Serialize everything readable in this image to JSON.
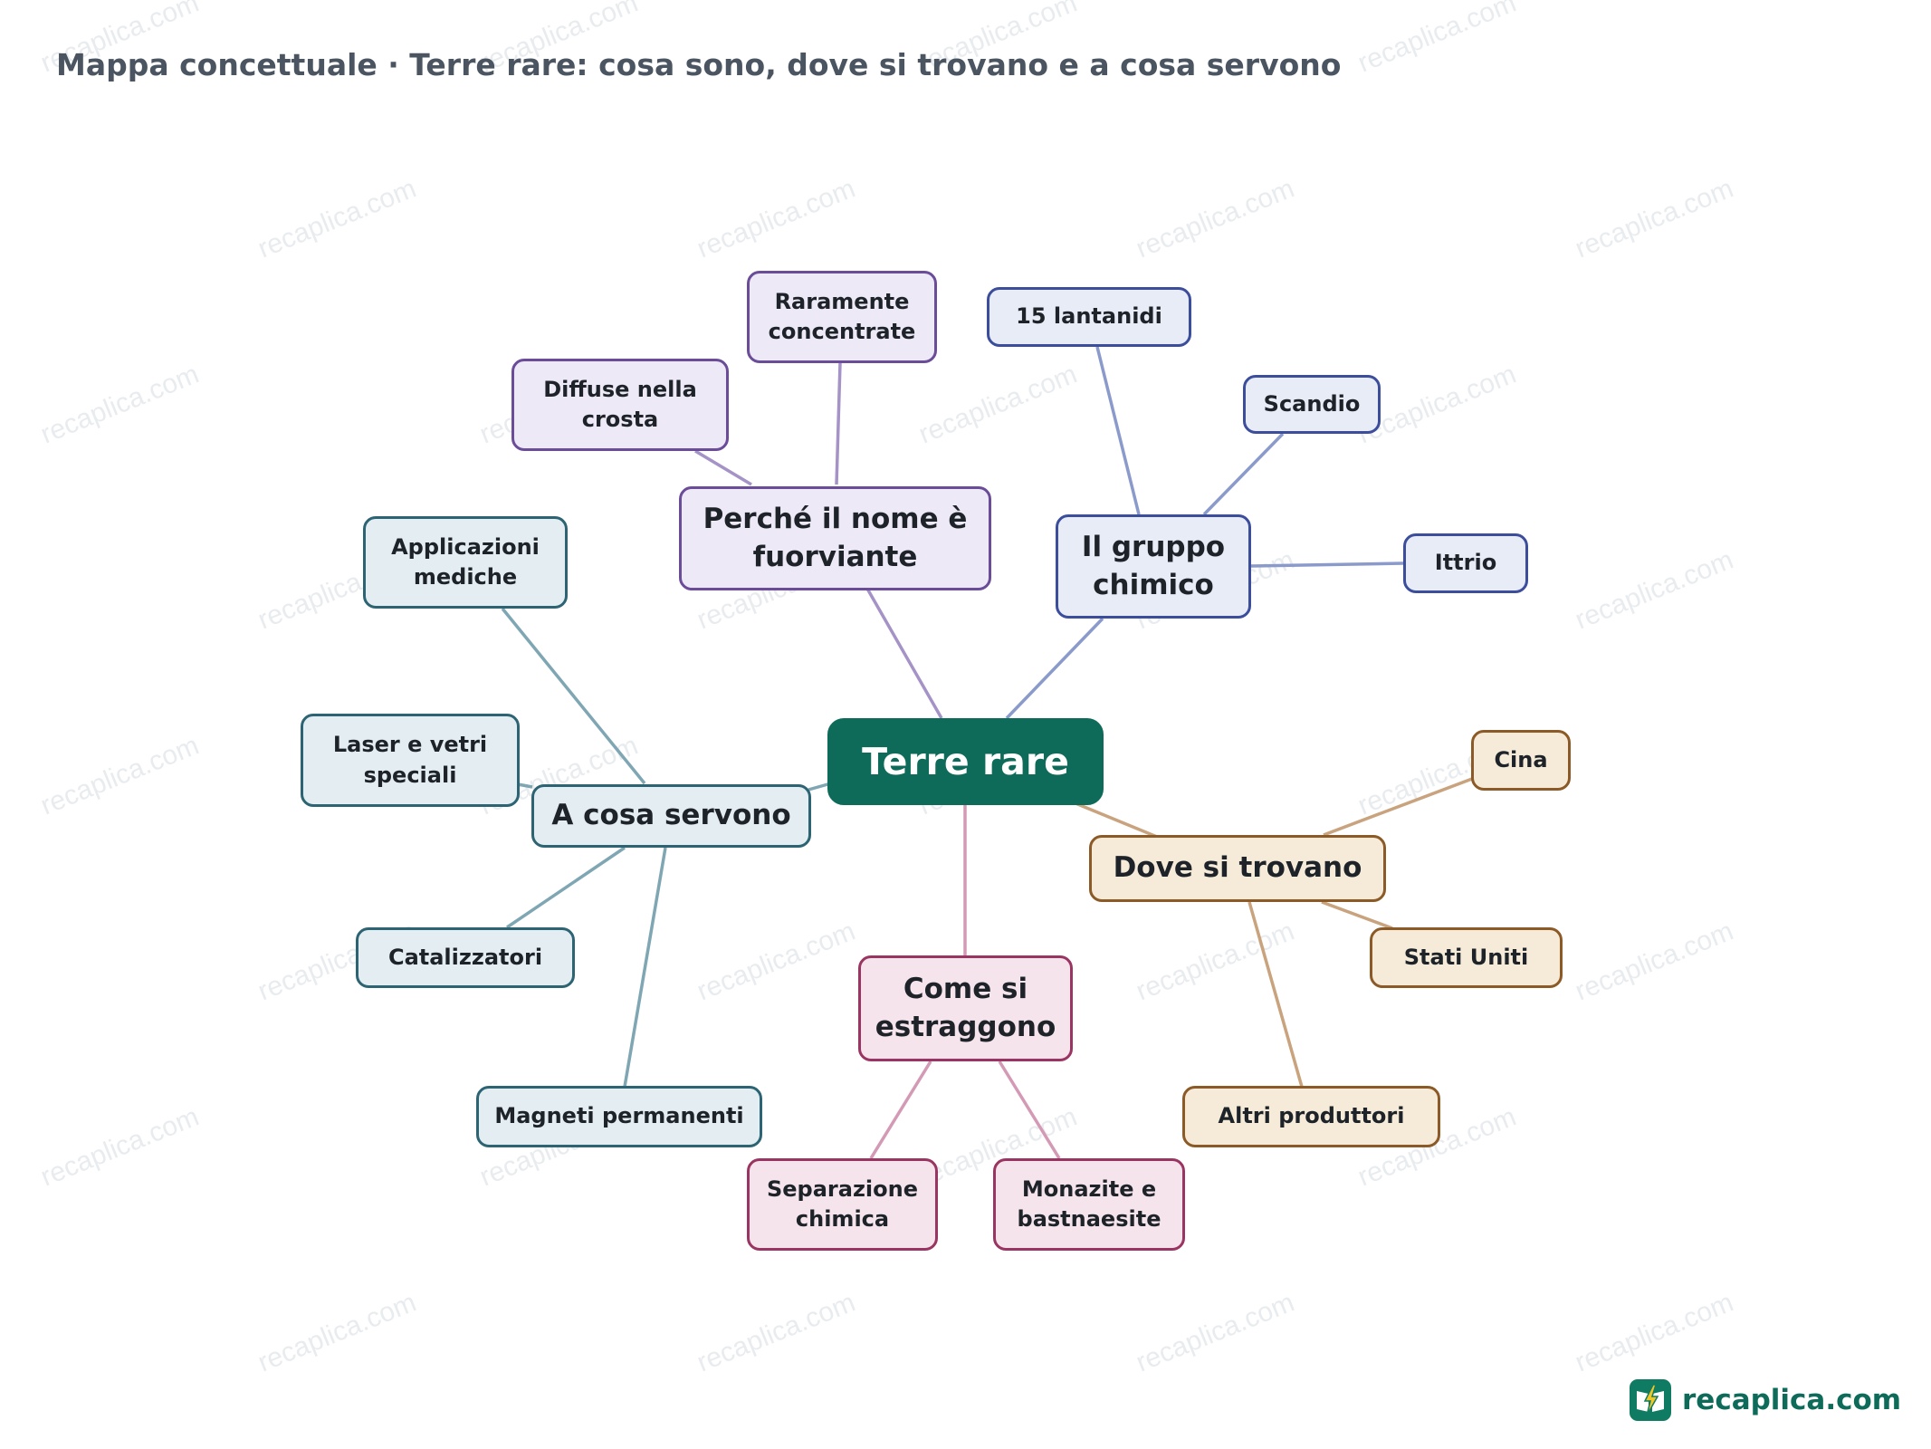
{
  "title": "Mappa concettuale · Terre rare: cosa sono, dove si trovano e a cosa servono",
  "watermark": "recaplica.com",
  "logo": {
    "text": "recaplica.com",
    "icon": "lightning-book-icon"
  },
  "colors": {
    "root": "#0e6b5a",
    "purple": "#6a4c98",
    "blue": "#3b4d9b",
    "teal": "#2d6473",
    "tan": "#8b5a26",
    "pink": "#9a3563"
  },
  "map": {
    "root": "Terre rare",
    "branches": {
      "nome": {
        "label": "Perché il nome è fuorviante",
        "children": [
          "Raramente concentrate",
          "Diffuse nella crosta"
        ]
      },
      "gruppo": {
        "label": "Il gruppo chimico",
        "children": [
          "15 lantanidi",
          "Scandio",
          "Ittrio"
        ]
      },
      "usi": {
        "label": "A cosa servono",
        "children": [
          "Applicazioni mediche",
          "Laser e vetri speciali",
          "Catalizzatori",
          "Magneti permanenti"
        ]
      },
      "dove": {
        "label": "Dove si trovano",
        "children": [
          "Cina",
          "Stati Uniti",
          "Altri produttori"
        ]
      },
      "estrazione": {
        "label": "Come si estraggono",
        "children": [
          "Separazione chimica",
          "Monazite e bastnaesite"
        ]
      }
    }
  }
}
